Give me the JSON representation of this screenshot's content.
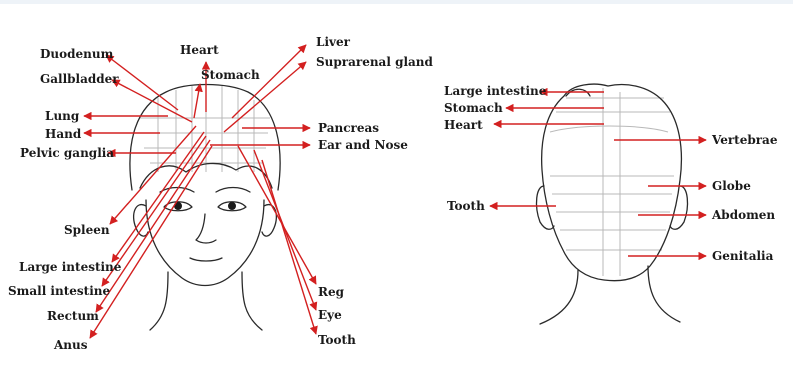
{
  "front_view": {
    "labels": {
      "duodenum": "Duodenum",
      "gallbladder": "Gallbladder",
      "heart": "Heart",
      "stomach": "Stomach",
      "lung": "Lung",
      "hand": "Hand",
      "pelvic_ganglia": "Pelvic ganglia",
      "liver": "Liver",
      "suprarenal_gland": "Suprarenal gland",
      "pancreas": "Pancreas",
      "ear_and_nose": "Ear and Nose",
      "spleen": "Spleen",
      "large_intestine": "Large intestine",
      "small_intestine": "Small intestine",
      "rectum": "Rectum",
      "anus": "Anus",
      "reg": "Reg",
      "eye": "Eye",
      "tooth": "Tooth"
    }
  },
  "back_view": {
    "labels": {
      "large_intestine": "Large intestine",
      "stomach": "Stomach",
      "heart": "Heart",
      "tooth": "Tooth",
      "vertebrae": "Vertebrae",
      "globe": "Globe",
      "abdomen": "Abdomen",
      "genitalia": "Genitalia"
    }
  },
  "colors": {
    "pointer": "#d32020",
    "outline": "#2a2a2a",
    "grid": "#b9b9b9",
    "text": "#1a1a1a"
  }
}
